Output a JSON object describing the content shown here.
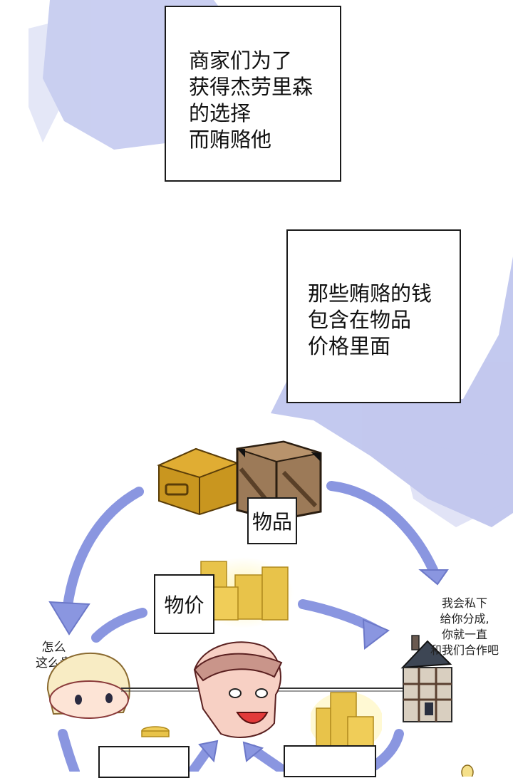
{
  "caption_1": {
    "lines": [
      "商家们为了",
      "获得杰劳里森",
      "的选择",
      "而贿赂他"
    ]
  },
  "caption_2": {
    "lines": [
      "那些贿赂的钱",
      "包含在物品",
      "价格里面"
    ]
  },
  "diagram": {
    "goods_label": "物品",
    "price_label": "物价",
    "bottom_label_partial": "",
    "bubble_customer": [
      "怎么",
      "这么贵"
    ],
    "bubble_merchant": [
      "我会私下",
      "给你分成,",
      "你就一直",
      "和我们合作吧"
    ]
  },
  "colors": {
    "brush": "#a9b1e6",
    "arrow": "#8a96e0",
    "arrow_edge": "#6c78c8",
    "coin": "#e8c34a",
    "box_border": "#1a1a1a"
  }
}
